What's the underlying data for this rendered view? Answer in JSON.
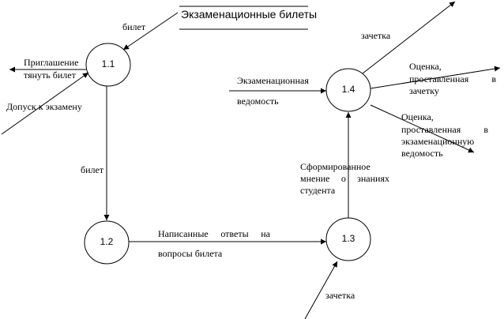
{
  "store": {
    "title": "Экзаменационные билеты"
  },
  "processes": {
    "p11": "1.1",
    "p12": "1.2",
    "p13": "1.3",
    "p14": "1.4"
  },
  "flows": {
    "ticket_from_store": "билет",
    "invitation_line1": "Приглашение",
    "invitation_line2": "тянуть билет",
    "admission": "Допуск к экзамену",
    "ticket_down": "билет",
    "answers_line1": "Написанные ответы на",
    "answers_line2": "вопросы билета",
    "formed_line1": "Сформированное",
    "formed_line2": "мнение о знаниях",
    "formed_line3": "студента",
    "record_book_in": "зачетка",
    "exam_sheet_line1": "Экзаменационная",
    "exam_sheet_line2": "ведомость",
    "record_book_out": "зачетка",
    "grade_book_line1": "Оценка,",
    "grade_book_line2": "проставленная в",
    "grade_book_line3": "зачетку",
    "grade_sheet_line1": "Оценка,",
    "grade_sheet_line2": "проставленная в",
    "grade_sheet_line3": "экзаменационную",
    "grade_sheet_line4": "ведомость"
  }
}
